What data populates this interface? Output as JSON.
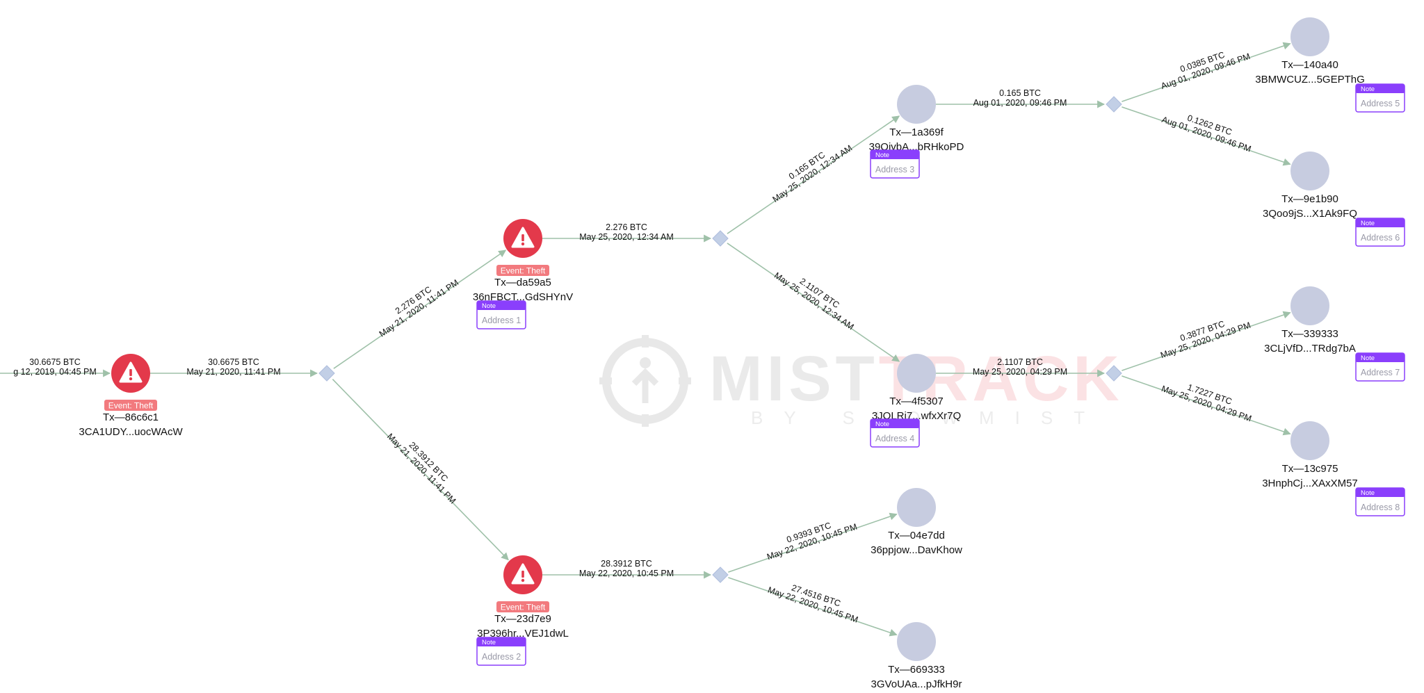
{
  "watermark": {
    "brand": "MISTTRACK",
    "brand_dark": "MIST",
    "brand_red": "TRACK",
    "sub": "BY SLOWMIST"
  },
  "colors": {
    "alert": "#e3394b",
    "badge": "#f27a7e",
    "note": "#8a3ffc",
    "edge": "#9fc1a9",
    "node": "#c7cce0",
    "hub": "#c2cfe6"
  },
  "chart_data": {
    "type": "flow-graph",
    "nodes": [
      {
        "id": "n1",
        "kind": "alert",
        "title": "Tx—86c6c1",
        "address": "3CA1UDY...uocWAcW",
        "badge": "Event: Theft",
        "note": ""
      },
      {
        "id": "n2",
        "kind": "alert",
        "title": "Tx—da59a5",
        "address": "36nFBCT...GdSHYnV",
        "badge": "Event: Theft",
        "note": "Address 1"
      },
      {
        "id": "n3",
        "kind": "alert",
        "title": "Tx—23d7e9",
        "address": "3P396hr...VEJ1dwL",
        "badge": "Event: Theft",
        "note": "Address 2"
      },
      {
        "id": "n4",
        "kind": "address",
        "title": "Tx—1a369f",
        "address": "39QjvbA...bRHkoPD",
        "badge": "",
        "note": "Address 3"
      },
      {
        "id": "n5",
        "kind": "address",
        "title": "Tx—4f5307",
        "address": "3JQLRj7...wfxXr7Q",
        "badge": "",
        "note": "Address 4"
      },
      {
        "id": "n6",
        "kind": "address",
        "title": "Tx—04e7dd",
        "address": "36ppjow...DavKhow",
        "badge": "",
        "note": ""
      },
      {
        "id": "n7",
        "kind": "address",
        "title": "Tx—669333",
        "address": "3GVoUAa...pJfkH9r",
        "badge": "",
        "note": ""
      },
      {
        "id": "n8",
        "kind": "address",
        "title": "Tx—140a40",
        "address": "3BMWCUZ...5GEPThG",
        "badge": "",
        "note": "Address 5"
      },
      {
        "id": "n9",
        "kind": "address",
        "title": "Tx—9e1b90",
        "address": "3Qoo9jS...X1Ak9FQ",
        "badge": "",
        "note": "Address 6"
      },
      {
        "id": "n10",
        "kind": "address",
        "title": "Tx—339333",
        "address": "3CLjVfD...TRdg7bA",
        "badge": "",
        "note": "Address 7"
      },
      {
        "id": "n11",
        "kind": "address",
        "title": "Tx—13c975",
        "address": "3HnphCj...XAxXM57",
        "badge": "",
        "note": "Address 8"
      }
    ],
    "note_header": "Note",
    "edges": [
      {
        "id": "e0",
        "from": "",
        "to": "n1",
        "amount": "30.6675 BTC",
        "time": "g 12, 2019, 04:45 PM"
      },
      {
        "id": "e1",
        "from": "n1",
        "to": "h1",
        "amount": "30.6675 BTC",
        "time": "May 21, 2020, 11:41 PM"
      },
      {
        "id": "e2",
        "from": "h1",
        "to": "n2",
        "amount": "2.276 BTC",
        "time": "May 21, 2020, 11:41 PM"
      },
      {
        "id": "e3",
        "from": "h1",
        "to": "n3",
        "amount": "28.3912 BTC",
        "time": "May 21, 2020, 11:41 PM"
      },
      {
        "id": "e4",
        "from": "n2",
        "to": "h2",
        "amount": "2.276 BTC",
        "time": "May 25, 2020, 12:34 AM"
      },
      {
        "id": "e5",
        "from": "h2",
        "to": "n4",
        "amount": "0.165 BTC",
        "time": "May 25, 2020, 12:34 AM"
      },
      {
        "id": "e6",
        "from": "h2",
        "to": "n5",
        "amount": "2.1107 BTC",
        "time": "May 25, 2020, 12:34 AM"
      },
      {
        "id": "e7",
        "from": "n3",
        "to": "h3",
        "amount": "28.3912 BTC",
        "time": "May 22, 2020, 10:45 PM"
      },
      {
        "id": "e8",
        "from": "h3",
        "to": "n6",
        "amount": "0.9393 BTC",
        "time": "May 22, 2020, 10:45 PM"
      },
      {
        "id": "e9",
        "from": "h3",
        "to": "n7",
        "amount": "27.4516 BTC",
        "time": "May 22, 2020, 10:45 PM"
      },
      {
        "id": "e10",
        "from": "n4",
        "to": "h4",
        "amount": "0.165 BTC",
        "time": "Aug 01, 2020, 09:46 PM"
      },
      {
        "id": "e11",
        "from": "h4",
        "to": "n8",
        "amount": "0.0385 BTC",
        "time": "Aug 01, 2020, 09:46 PM"
      },
      {
        "id": "e12",
        "from": "h4",
        "to": "n9",
        "amount": "0.1262 BTC",
        "time": "Aug 01, 2020, 09:46 PM"
      },
      {
        "id": "e13",
        "from": "n5",
        "to": "h5",
        "amount": "2.1107 BTC",
        "time": "May 25, 2020, 04:29 PM"
      },
      {
        "id": "e14",
        "from": "h5",
        "to": "n10",
        "amount": "0.3877 BTC",
        "time": "May 25, 2020, 04:29 PM"
      },
      {
        "id": "e15",
        "from": "h5",
        "to": "n11",
        "amount": "1.7227 BTC",
        "time": "May 25, 2020, 04:29 PM"
      }
    ]
  }
}
